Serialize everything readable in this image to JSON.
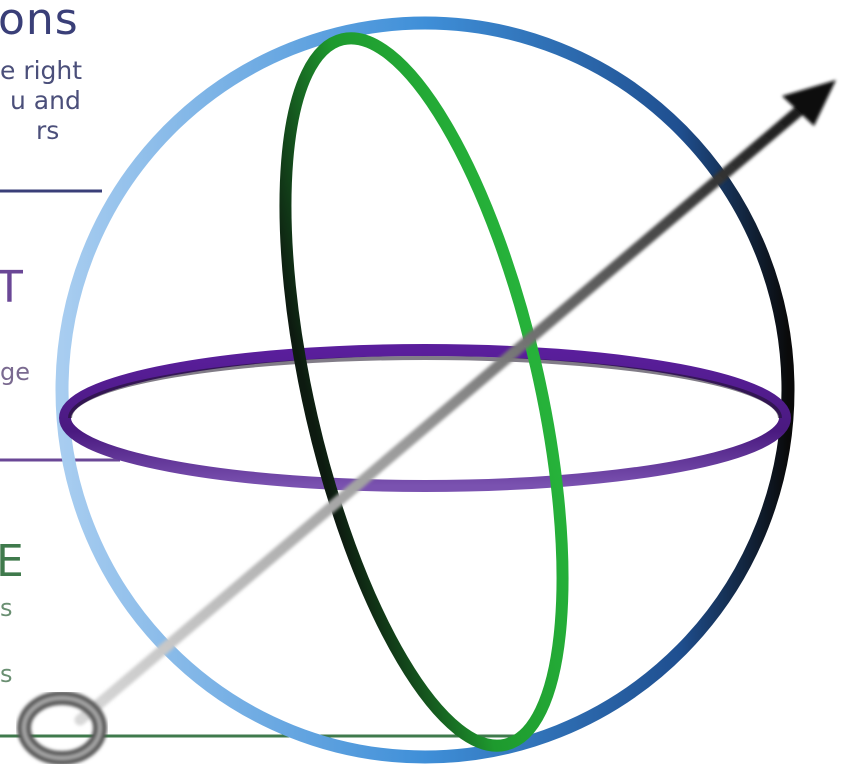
{
  "title_fragment": "ons",
  "subtitle_lines": [
    "e right",
    "u and",
    "rs"
  ],
  "purple_section": {
    "heading_fragment": "T",
    "text_fragment": "ge"
  },
  "green_section": {
    "heading_fragment": "E",
    "text_lines": [
      "s",
      "s"
    ]
  },
  "colors": {
    "sphere_outline": "#5aa0dc",
    "horizontal_ring": "#5a1e9c",
    "vertical_ring": "#1e9a2e",
    "axis_arrow": "#3a3a3a",
    "top_line": "#3a3f78",
    "middle_line": "#6a4796",
    "bottom_line": "#3f7a4c"
  },
  "icons": [
    "axis-arrow-icon",
    "grab-ring-icon"
  ]
}
